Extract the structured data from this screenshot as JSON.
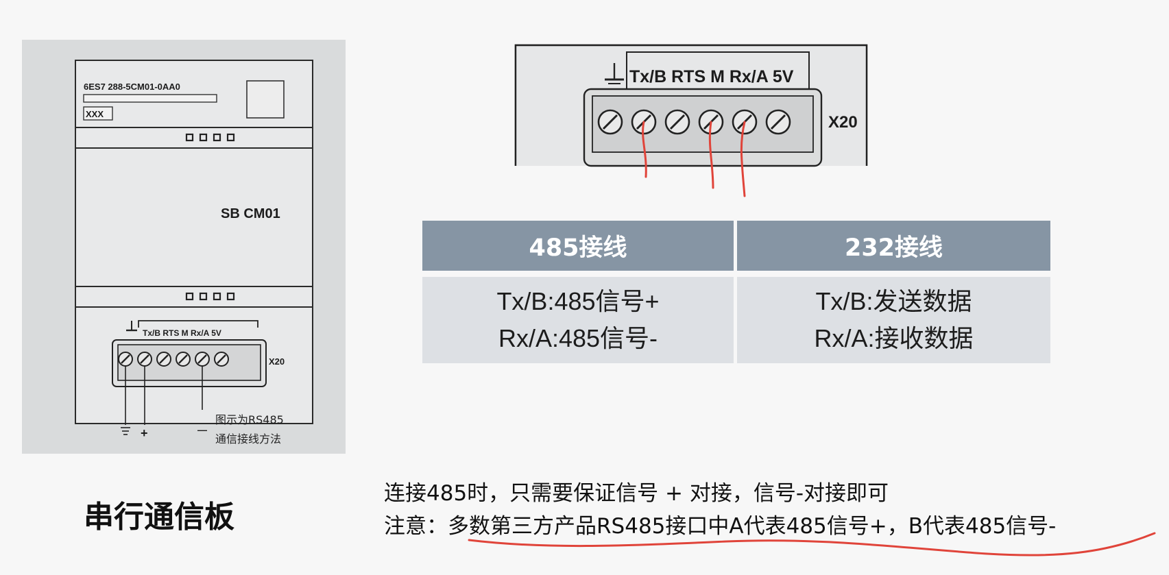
{
  "module": {
    "part_number": "6ES7 288-5CM01-0AA0",
    "model_label": "SB CM01",
    "terminal_labels": "Tx/B RTS  M  Rx/A 5V",
    "terminal_id": "X20",
    "wire_plus": "+",
    "wire_minus": "—",
    "note_line1": "图示为RS485",
    "note_line2": "通信接线方法"
  },
  "connector": {
    "terminal_labels": "Tx/B RTS  M  Rx/A 5V",
    "terminal_id": "X20"
  },
  "table": {
    "headers": [
      "485接线",
      "232接线"
    ],
    "rows": [
      [
        "Tx/B:485信号+",
        "Tx/B:发送数据"
      ],
      [
        "Rx/A:485信号-",
        "Rx/A:接收数据"
      ]
    ]
  },
  "board_title": "串行通信板",
  "notes": {
    "line1": "连接485时，只需要保证信号 + 对接，信号-对接即可",
    "line2": "注意：多数第三方产品RS485接口中A代表485信号+，B代表485信号-"
  },
  "colors": {
    "header_bg": "#8695a4",
    "cell_bg": "#dde0e4",
    "wire_red": "#e0443a",
    "panel_bg": "#d9dbdc"
  }
}
